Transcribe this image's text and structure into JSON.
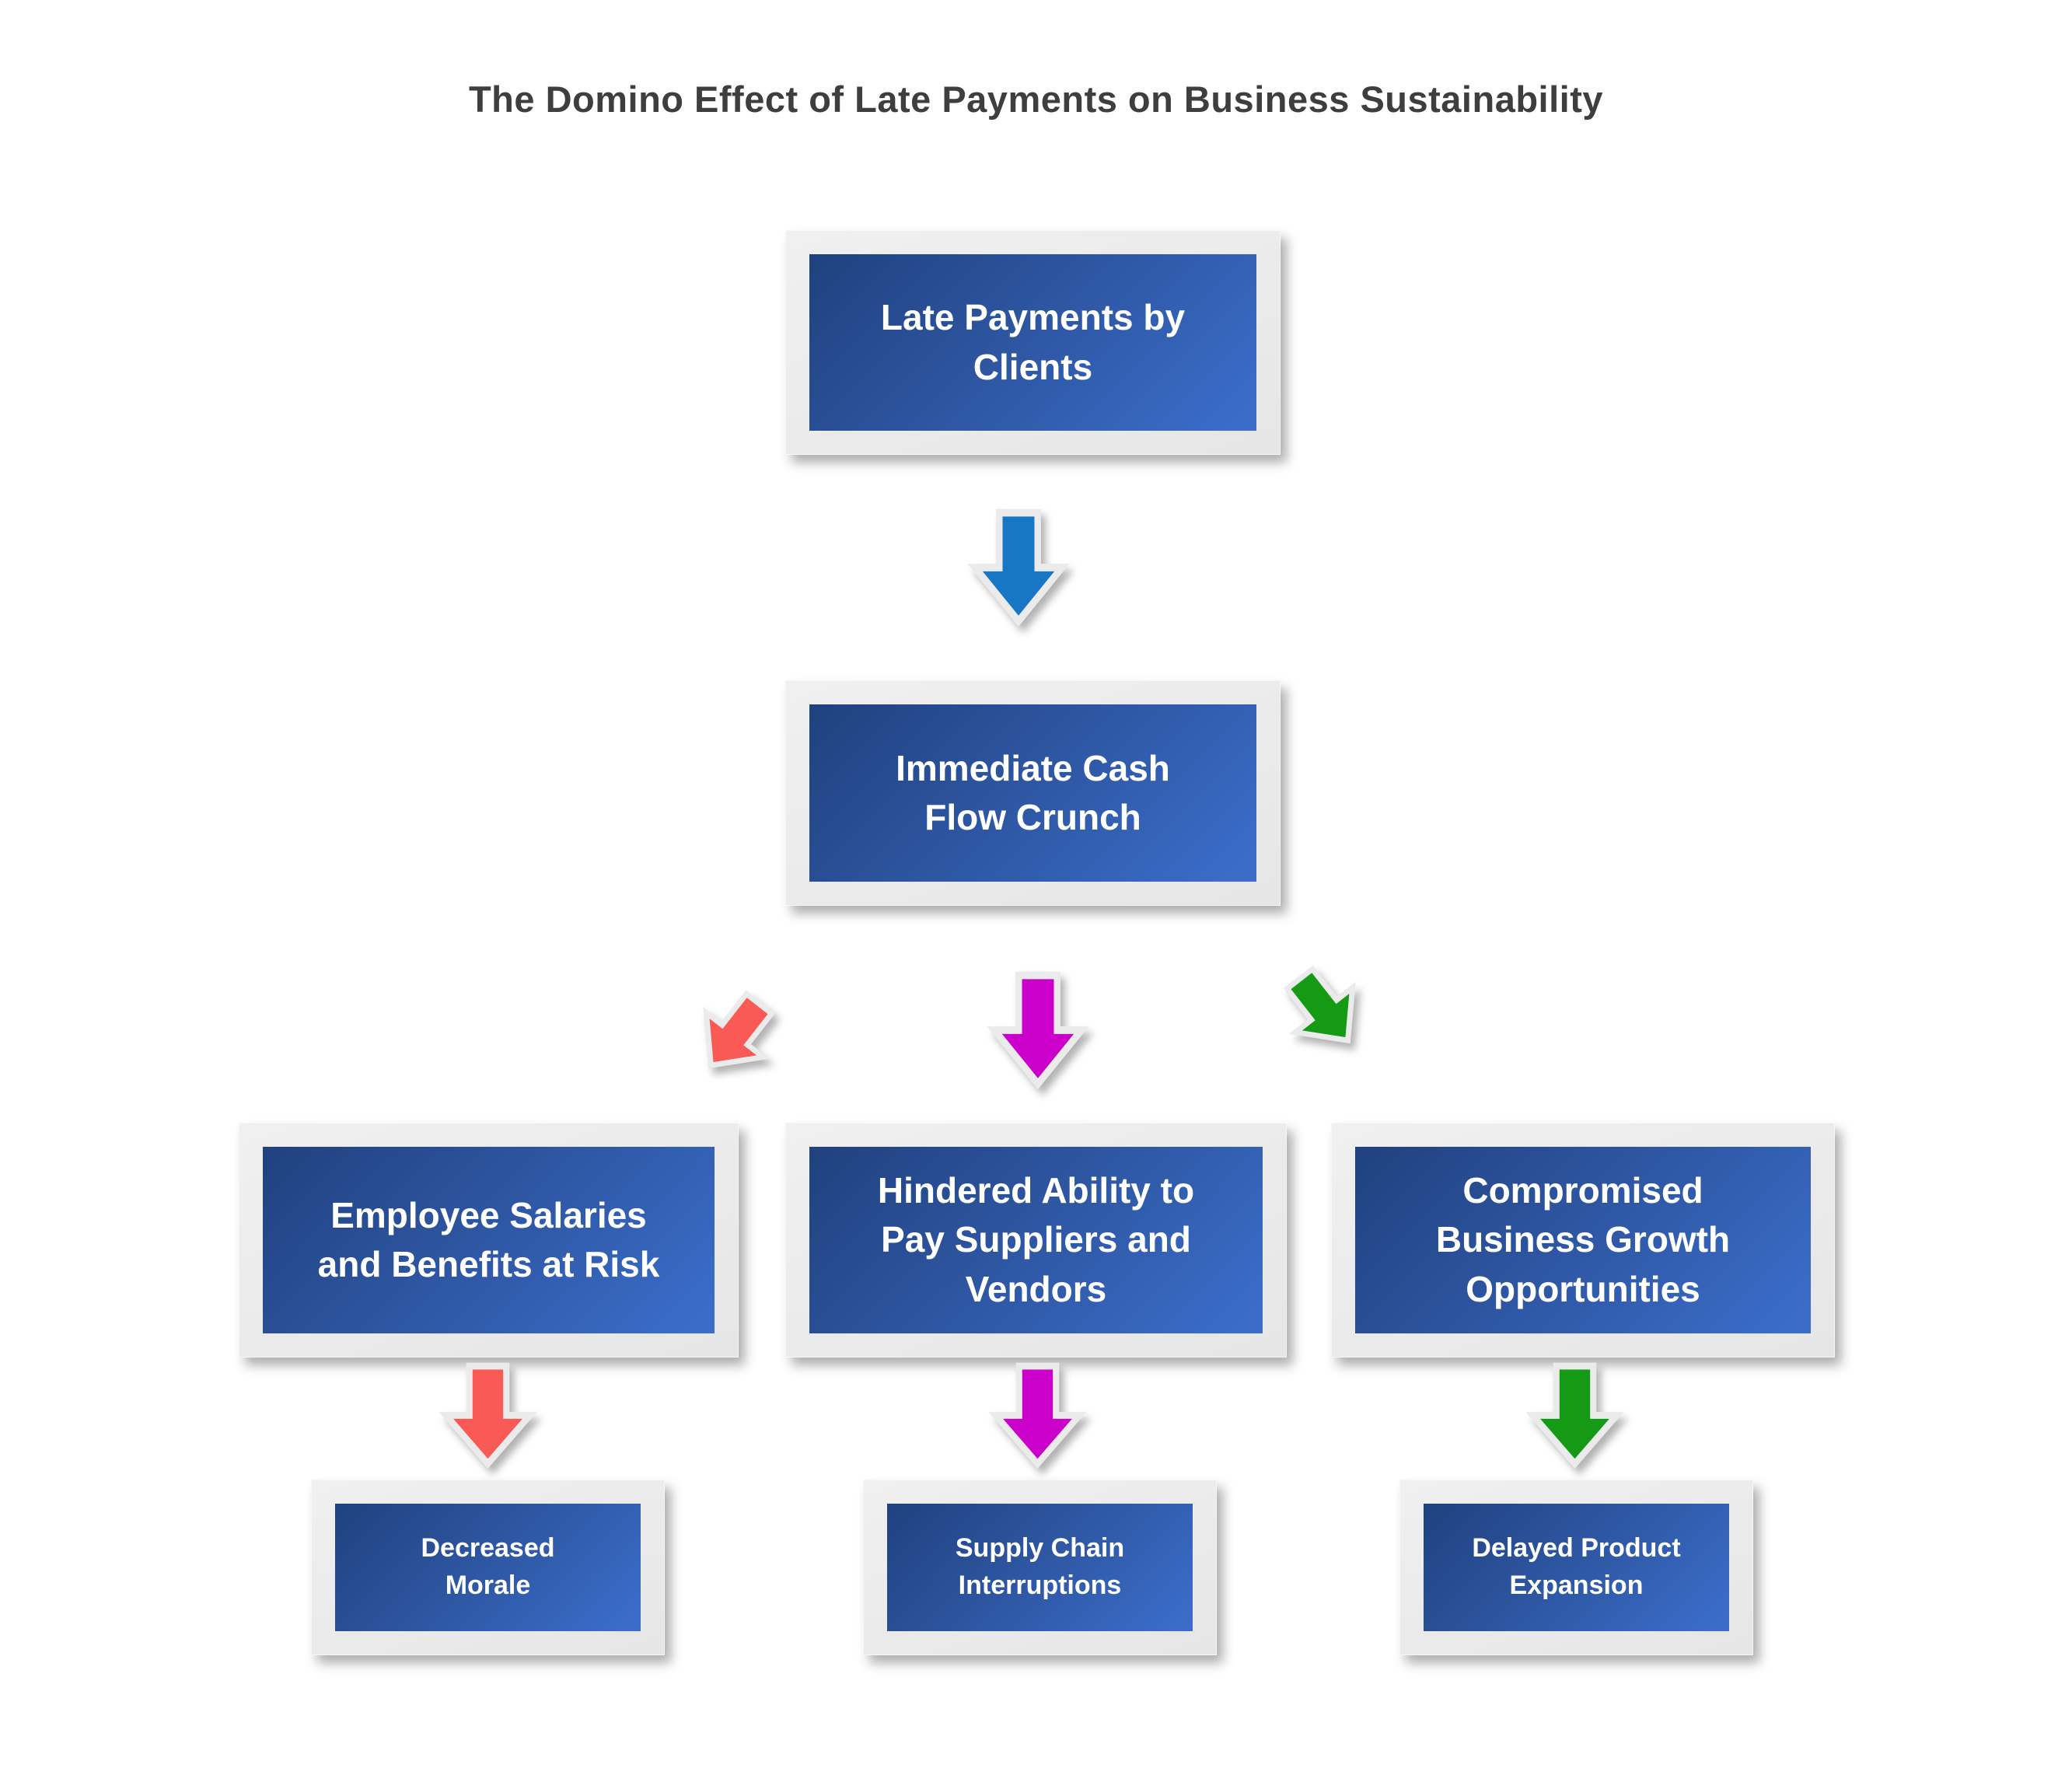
{
  "title": "The Domino Effect of Late Payments on Business Sustainability",
  "nodes": {
    "late_payments": {
      "label": "Late Payments by\nClients"
    },
    "cash_crunch": {
      "label": "Immediate Cash\nFlow Crunch"
    },
    "salaries": {
      "label": "Employee Salaries\nand Benefits at Risk"
    },
    "suppliers": {
      "label": "Hindered Ability to\nPay Suppliers and\nVendors"
    },
    "growth": {
      "label": "Compromised\nBusiness Growth\nOpportunities"
    },
    "morale": {
      "label": "Decreased\nMorale"
    },
    "supply_chain": {
      "label": "Supply Chain\nInterruptions"
    },
    "expansion": {
      "label": "Delayed Product\nExpansion"
    }
  },
  "arrows": [
    {
      "id": "late-to-cash",
      "color": "#1877c5",
      "direction": "down"
    },
    {
      "id": "cash-to-salaries",
      "color": "#fa5a55",
      "direction": "down-left"
    },
    {
      "id": "cash-to-suppliers",
      "color": "#cb00cb",
      "direction": "down"
    },
    {
      "id": "cash-to-growth",
      "color": "#149a14",
      "direction": "down-right"
    },
    {
      "id": "salaries-to-morale",
      "color": "#fa5a55",
      "direction": "down"
    },
    {
      "id": "suppliers-to-supply",
      "color": "#cb00cb",
      "direction": "down"
    },
    {
      "id": "growth-to-expansion",
      "color": "#149a14",
      "direction": "down"
    }
  ],
  "colors": {
    "title_text": "#3e3e3e",
    "box_text": "#ffffff",
    "box_gradient_start": "#20417f",
    "box_gradient_end": "#3a6cc8",
    "box_frame": "#e9e9e9",
    "arrow_outline": "#ebebeb",
    "arrow_blue": "#1877c5",
    "arrow_red": "#fa5a55",
    "arrow_magenta": "#cb00cb",
    "arrow_green": "#149a14",
    "background": "#ffffff"
  }
}
